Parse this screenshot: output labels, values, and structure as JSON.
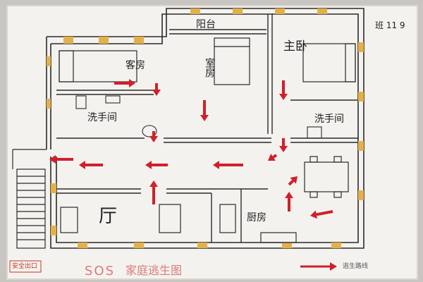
{
  "colors": {
    "paper": "#f4f2ee",
    "line": "#2a2a2a",
    "accent": "#e3b04a",
    "arrow": "#d0202a",
    "title": "#d97a7a"
  },
  "rooms": {
    "balcony": "阳台",
    "guest_room": "客房",
    "bedroom_mid": "室房",
    "bedroom_right": "主卧",
    "washroom_left": "洗手间",
    "washroom_right": "洗手间",
    "living": "厅",
    "kitchen": "厨房"
  },
  "header": {
    "tag": "班 11 9"
  },
  "footer": {
    "exit_label": "安全出口",
    "sos": "SOS",
    "title": "家庭逃生图",
    "legend_text": "逃生路线"
  },
  "icons": {
    "arrow": "escape-arrow-icon",
    "bed": "bed-icon",
    "table": "table-icon"
  }
}
